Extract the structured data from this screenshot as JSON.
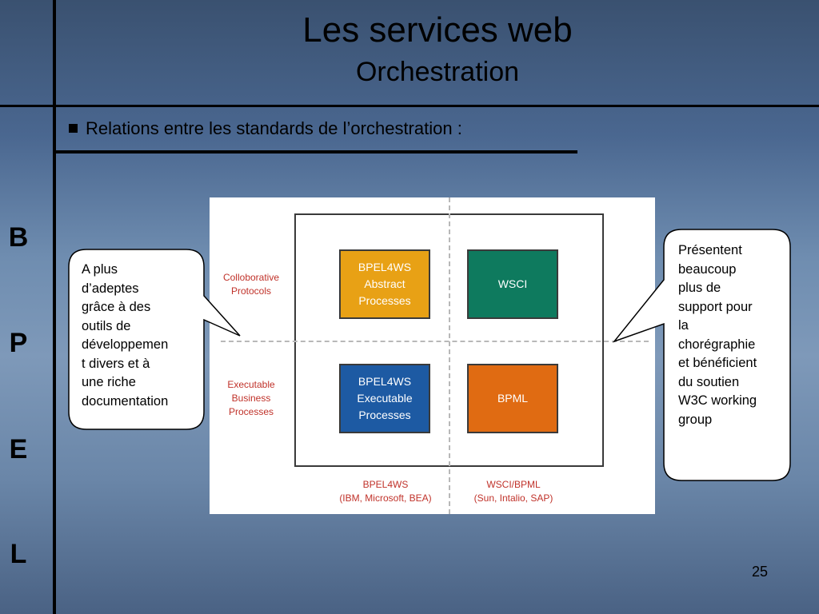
{
  "slide": {
    "title": "Les services web",
    "subtitle": "Orchestration",
    "bullet": "Relations entre les standards de l’orchestration :",
    "side_letters": [
      "B",
      "P",
      "E",
      "L"
    ],
    "page_number": "25"
  },
  "diagram": {
    "row_labels": {
      "collaborative": "Colloborative\nProtocols",
      "executable": "Executable\nBusiness\nProcesses"
    },
    "boxes": {
      "bpel_abstract": "BPEL4WS\nAbstract\nProcesses",
      "wsci": "WSCI",
      "bpel_executable": "BPEL4WS\nExecutable\nProcesses",
      "bpml": "BPML"
    },
    "column_labels": {
      "bpel": "BPEL4WS\n(IBM, Microsoft, BEA)",
      "wsci": "WSCI/BPML\n(Sun, Intalio, SAP)"
    },
    "colors": {
      "bpel_abstract": "#e8a115",
      "wsci": "#0e7a5e",
      "bpel_executable": "#1d5aa3",
      "bpml": "#e06b12",
      "label_red": "#c0322a"
    }
  },
  "callouts": {
    "left": "A plus\nd’adeptes\ngrâce à  des\noutils de\ndéveloppemen\nt  divers et à\nune riche\ndocumentation",
    "right": "Présentent\nbeaucoup\nplus de\nsupport pour\nla\nchorégraphie\net bénéficient\ndu soutien\nW3C working\ngroup"
  }
}
